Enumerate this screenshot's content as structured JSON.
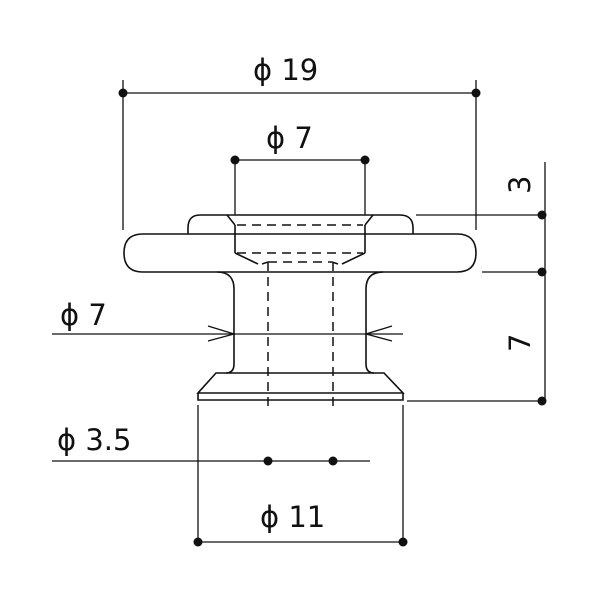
{
  "title": "Strap button technical drawing",
  "units_implied": "mm",
  "colors": {
    "line": "#111111",
    "background": "#ffffff"
  },
  "dimensions": {
    "outer_flange_diameter": {
      "symbol": "ϕ",
      "value": "19",
      "label": "ϕ 19"
    },
    "top_bore_diameter": {
      "symbol": "ϕ",
      "value": "7",
      "label": "ϕ 7"
    },
    "neck_diameter": {
      "symbol": "ϕ",
      "value": "7",
      "label": "ϕ 7"
    },
    "through_hole_diameter": {
      "symbol": "ϕ",
      "value": "3.5",
      "label": "ϕ 3.5"
    },
    "base_diameter": {
      "symbol": "ϕ",
      "value": "11",
      "label": "ϕ 11"
    },
    "cap_height": {
      "value": "3",
      "label": "3"
    },
    "neck_height": {
      "value": "7",
      "label": "7"
    }
  }
}
